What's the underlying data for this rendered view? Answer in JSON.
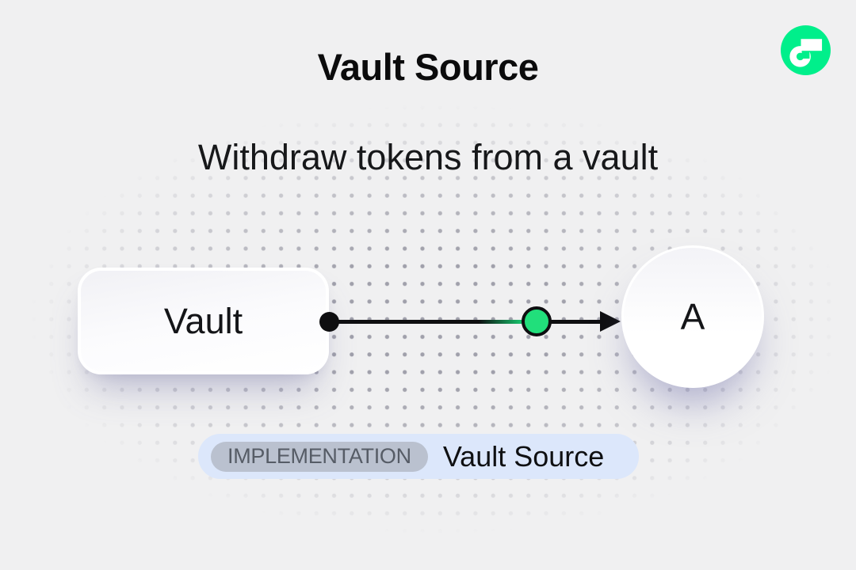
{
  "page": {
    "title": "Vault Source",
    "subtitle": "Withdraw tokens from a vault",
    "background_color": "#F0F0F1"
  },
  "logo": {
    "icon": "flow-logo",
    "color": "#00EF8B"
  },
  "diagram": {
    "vault_node": {
      "label": "Vault"
    },
    "account_node": {
      "label": "A"
    },
    "edge": {
      "line_color": "#0E0E10",
      "token_dot_color": "#21DF7B"
    }
  },
  "footer_badge": {
    "tag": "IMPLEMENTATION",
    "label": "Vault Source",
    "background": "#DCE7FB",
    "tag_background": "#BAC1CF"
  }
}
